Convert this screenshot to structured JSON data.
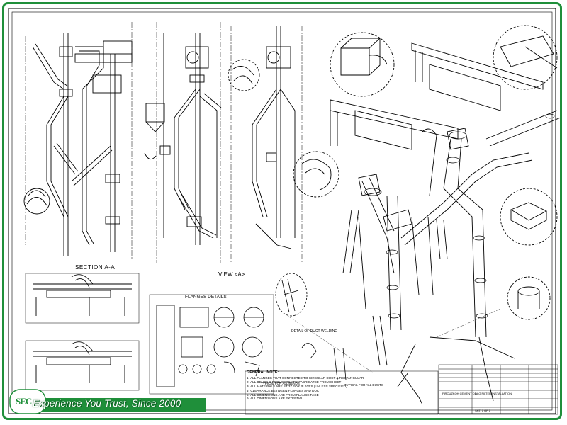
{
  "drawing": {
    "section_label": "SECTION A-A",
    "view_label": "VIEW <A>",
    "flanges_label": "FLANGES DETAILS",
    "duct_welding_label": "DETAIL OF DUCT WELDING",
    "typical_bends_label": "TYPICAL FOR ALL BENDS",
    "typical_ducts_label": "TYPICAL FOR ALL DUCTS"
  },
  "notes": {
    "title": "GENERAL NOTE:",
    "items": [
      "1- ALL FLANGES THAT CONNECTED TO CIRCULAR DUCT & RECTANGULAR",
      "2- ALL BENDS & REDUCERS ARE FABRICATED FROM SHEET",
      "3- ALL MATERIALS ARE ST 37 FOR PLATES (UNLESS SPECIFIED)",
      "4- CLEARANCE BETWEEN FLANGES AND DUCT",
      "5- ALL DIMENSIONS ARE FROM FLANGE FACE",
      "6- ALL DIMENSIONS ARE EXTERNAL"
    ]
  },
  "title_block": {
    "client": "FIROUZKOH CEMENT CO",
    "project": "BAG FILTER INSTALLATION",
    "sheet": "SHT. 1 OF 1"
  },
  "branding": {
    "logo_text": "SEC",
    "slogan": "Experience You Trust, Since 2000"
  },
  "colors": {
    "border": "#1f8f3a",
    "line": "#000000",
    "banner": "#1f8f3a"
  }
}
